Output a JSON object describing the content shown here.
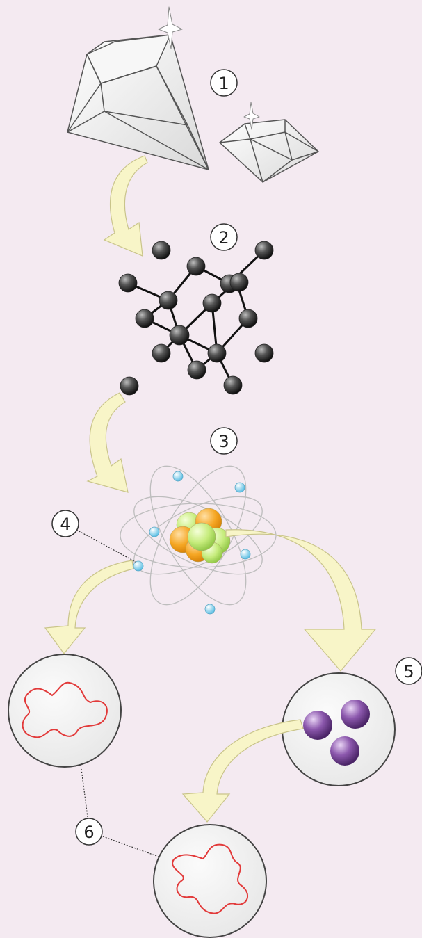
{
  "diagram": {
    "labels": {
      "step1": "1",
      "step2": "2",
      "step3": "3",
      "step4": "4",
      "step5": "5",
      "step6": "6"
    },
    "colors": {
      "background": "#f4eaf1",
      "arrow_fill": "#f8f5c8",
      "arrow_stroke": "#c9c48a",
      "atom_sphere": "#3a3a3a",
      "electron": "#8fd3ec",
      "proton": "#f5a623",
      "neutron": "#c6ec7c",
      "quark": "#7b4a9a",
      "string": "#e23a3a",
      "circle_fill": "#f1f1f1"
    },
    "icons": [
      "diamond-icon",
      "small-diamond-icon",
      "carbon-lattice-icon",
      "atom-icon",
      "electron-icon",
      "quarks-icon",
      "string-loop-icon"
    ]
  }
}
